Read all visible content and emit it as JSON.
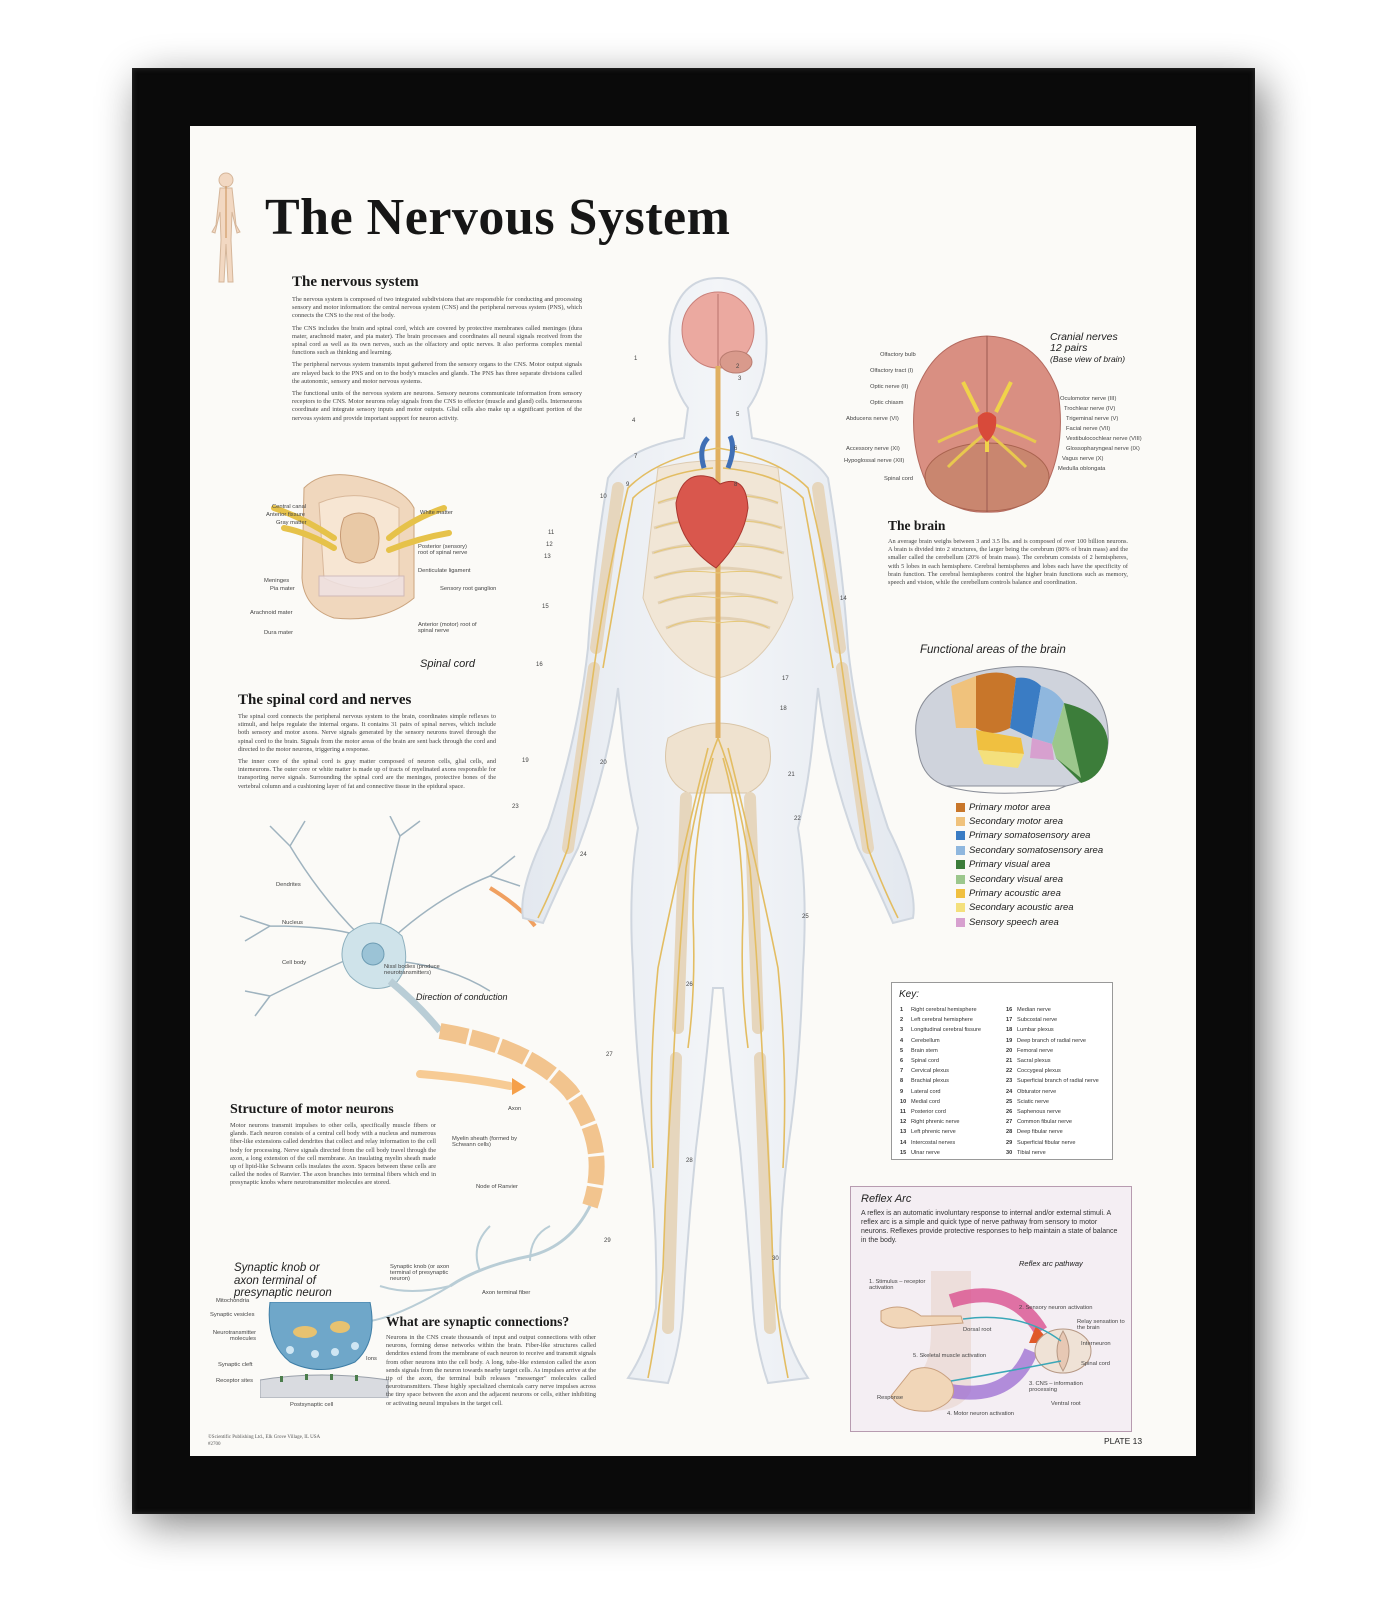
{
  "title": "The Nervous System",
  "sections": {
    "nervous_system": {
      "heading": "The nervous system",
      "paragraphs": [
        "The nervous system is composed of two integrated subdivisions that are responsible for conducting and processing sensory and motor information: the central nervous system (CNS) and the peripheral nervous system (PNS), which connects the CNS to the rest of the body.",
        "The CNS includes the brain and spinal cord, which are covered by protective membranes called meninges (dura mater, arachnoid mater, and pia mater). The brain processes and coordinates all neural signals received from the spinal cord as well as its own nerves, such as the olfactory and optic nerves. It also performs complex mental functions such as thinking and learning.",
        "The peripheral nervous system transmits input gathered from the sensory organs to the CNS. Motor output signals are relayed back to the PNS and on to the body's muscles and glands. The PNS has three separate divisions called the autonomic, sensory and motor nervous systems.",
        "The functional units of the nervous system are neurons. Sensory neurons communicate information from sensory receptors to the CNS. Motor neurons relay signals from the CNS to effector (muscle and gland) cells. Interneurons coordinate and integrate sensory inputs and motor outputs. Glial cells also make up a significant portion of the nervous system and provide important support for neuron activity."
      ]
    },
    "spinal_cord": {
      "heading": "The spinal cord and nerves",
      "paragraphs": [
        "The spinal cord connects the peripheral nervous system to the brain, coordinates simple reflexes to stimuli, and helps regulate the internal organs. It contains 31 pairs of spinal nerves, which include both sensory and motor axons. Nerve signals generated by the sensory neurons travel through the spinal cord to the brain. Signals from the motor areas of the brain are sent back through the cord and directed to the motor neurons, triggering a response.",
        "The inner core of the spinal cord is gray matter composed of neuron cells, glial cells, and interneurons. The outer core or white matter is made up of tracts of myelinated axons responsible for transporting nerve signals. Surrounding the spinal cord are the meninges, protective bones of the vertebral column and a cushioning layer of fat and connective tissue in the epidural space."
      ],
      "caption": "Spinal cord",
      "labels": [
        "Central canal",
        "Anterior fissure",
        "Gray matter",
        "White matter",
        "Posterior (sensory) root of spinal nerve",
        "Denticulate ligament",
        "Sensory root ganglion",
        "Meninges",
        "Pia mater",
        "Arachnoid mater",
        "Dura mater",
        "Anterior (motor) root of spinal nerve"
      ]
    },
    "motor_neurons": {
      "heading": "Structure of motor neurons",
      "paragraph": "Motor neurons transmit impulses to other cells, specifically muscle fibers or glands. Each neuron consists of a central cell body with a nucleus and numerous fiber-like extensions called dendrites that collect and relay information to the cell body for processing. Nerve signals directed from the cell body travel through the axon, a long extension of the cell membrane. An insulating myelin sheath made up of lipid-like Schwann cells insulates the axon. Spaces between these cells are called the nodes of Ranvier. The axon branches into terminal fibers which end in presynaptic knobs where neurotransmitter molecules are stored.",
      "direction": "Direction of conduction",
      "labels": [
        "Dendrites",
        "Nucleus",
        "Cell body",
        "Nissl bodies (produce neurotransmitters)",
        "Axon",
        "Myelin sheath (formed by Schwann cells)",
        "Node of Ranvier",
        "Synaptic knob (or axon terminal of presynaptic neuron)",
        "Axon terminal fiber"
      ]
    },
    "synaptic": {
      "caption": "Synaptic knob or axon terminal of presynaptic neuron",
      "heading": "What are synaptic connections?",
      "paragraph": "Neurons in the CNS create thousands of input and output connections with other neurons, forming dense networks within the brain. Fiber-like structures called dendrites extend from the membrane of each neuron to receive and transmit signals from other neurons into the cell body. A long, tube-like extension called the axon sends signals from the neuron towards nearby target cells. As impulses arrive at the tip of the axon, the terminal bulb releases \"messenger\" molecules called neurotransmitters. These highly specialized chemicals carry nerve impulses across the tiny space between the axon and the adjacent neurons or cells, either inhibiting or activating neural impulses in the target cell.",
      "labels": [
        "Mitochondria",
        "Synaptic vesicles",
        "Neurotransmitter molecules",
        "Ions",
        "Synaptic cleft",
        "Receptor sites",
        "Postsynaptic cell"
      ]
    },
    "cranial": {
      "caption_1": "Cranial nerves",
      "caption_2": "12 pairs",
      "caption_3": "(Base view of brain)",
      "labels_left": [
        "Olfactory bulb",
        "Olfactory tract (I)",
        "Optic nerve (II)",
        "Optic chiasm",
        "Abducens nerve (VI)",
        "Accessory nerve (XI)",
        "Hypoglossal nerve (XII)",
        "Spinal cord"
      ],
      "labels_right": [
        "Oculomotor nerve (III)",
        "Trochlear nerve (IV)",
        "Trigeminal nerve (V)",
        "Facial nerve (VII)",
        "Vestibulocochlear nerve (VIII)",
        "Glossopharyngeal nerve (IX)",
        "Vagus nerve (X)",
        "Medulla oblongata"
      ]
    },
    "brain": {
      "heading": "The brain",
      "paragraph": "An average brain weighs between 3 and 3.5 lbs. and is composed of over 100 billion neurons. A brain is divided into 2 structures, the larger being the cerebrum (80% of brain mass) and the smaller called the cerebellum (20% of brain mass). The cerebrum consists of 2 hemispheres, with 5 lobes in each hemisphere. Cerebral hemispheres and lobes each have the specificity of brain function. The cerebral hemispheres control the higher brain functions such as memory, speech and vision, while the cerebellum controls balance and coordination."
    },
    "functional": {
      "heading": "Functional areas of the brain",
      "legend": [
        {
          "label": "Primary motor area",
          "color": "#c8762a"
        },
        {
          "label": "Secondary motor area",
          "color": "#f0c27c"
        },
        {
          "label": "Primary somatosensory area",
          "color": "#3a7cc4"
        },
        {
          "label": "Secondary somatosensory area",
          "color": "#8fb7de"
        },
        {
          "label": "Primary visual area",
          "color": "#3c7d3a"
        },
        {
          "label": "Secondary visual area",
          "color": "#9cc78c"
        },
        {
          "label": "Primary acoustic area",
          "color": "#f0c040"
        },
        {
          "label": "Secondary acoustic area",
          "color": "#f4e07c"
        },
        {
          "label": "Sensory speech area",
          "color": "#d7a0cf"
        }
      ]
    },
    "key": {
      "title": "Key:",
      "col1": [
        {
          "n": "1",
          "t": "Right cerebral hemisphere"
        },
        {
          "n": "2",
          "t": "Left cerebral hemisphere"
        },
        {
          "n": "3",
          "t": "Longitudinal cerebral fissure"
        },
        {
          "n": "4",
          "t": "Cerebellum"
        },
        {
          "n": "5",
          "t": "Brain stem"
        },
        {
          "n": "6",
          "t": "Spinal cord"
        },
        {
          "n": "7",
          "t": "Cervical plexus"
        },
        {
          "n": "8",
          "t": "Brachial plexus"
        },
        {
          "n": "9",
          "t": "Lateral cord"
        },
        {
          "n": "10",
          "t": "Medial cord"
        },
        {
          "n": "11",
          "t": "Posterior cord"
        },
        {
          "n": "12",
          "t": "Right phrenic nerve"
        },
        {
          "n": "13",
          "t": "Left phrenic nerve"
        },
        {
          "n": "14",
          "t": "Intercostal nerves"
        },
        {
          "n": "15",
          "t": "Ulnar nerve"
        }
      ],
      "col2": [
        {
          "n": "16",
          "t": "Median nerve"
        },
        {
          "n": "17",
          "t": "Subcostal nerve"
        },
        {
          "n": "18",
          "t": "Lumbar plexus"
        },
        {
          "n": "19",
          "t": "Deep branch of radial nerve"
        },
        {
          "n": "20",
          "t": "Femoral nerve"
        },
        {
          "n": "21",
          "t": "Sacral plexus"
        },
        {
          "n": "22",
          "t": "Coccygeal plexus"
        },
        {
          "n": "23",
          "t": "Superficial branch of radial nerve"
        },
        {
          "n": "24",
          "t": "Obturator nerve"
        },
        {
          "n": "25",
          "t": "Sciatic nerve"
        },
        {
          "n": "26",
          "t": "Saphenous nerve"
        },
        {
          "n": "27",
          "t": "Common fibular nerve"
        },
        {
          "n": "28",
          "t": "Deep fibular nerve"
        },
        {
          "n": "29",
          "t": "Superficial fibular nerve"
        },
        {
          "n": "30",
          "t": "Tibial nerve"
        }
      ]
    },
    "reflex": {
      "heading": "Reflex Arc",
      "paragraph": "A reflex is an automatic involuntary response to internal and/or external stimuli. A reflex arc is a simple and quick type of nerve pathway from sensory to motor neurons. Reflexes provide protective responses to help maintain a state of balance in the body.",
      "pathway": "Reflex arc pathway",
      "labels": [
        "1. Stimulus – receptor activation",
        "2. Sensory neuron activation",
        "Relay sensation to the brain",
        "Interneuron",
        "Dorsal root",
        "Spinal cord",
        "5. Skeletal muscle activation",
        "3. CNS – information processing",
        "Response",
        "Ventral root",
        "4. Motor neuron activation"
      ]
    },
    "plate": "PLATE  13",
    "copyright_1": "©Scientific Publishing Ltd., Elk Grove Village, IL  USA",
    "copyright_2": "#2700"
  }
}
